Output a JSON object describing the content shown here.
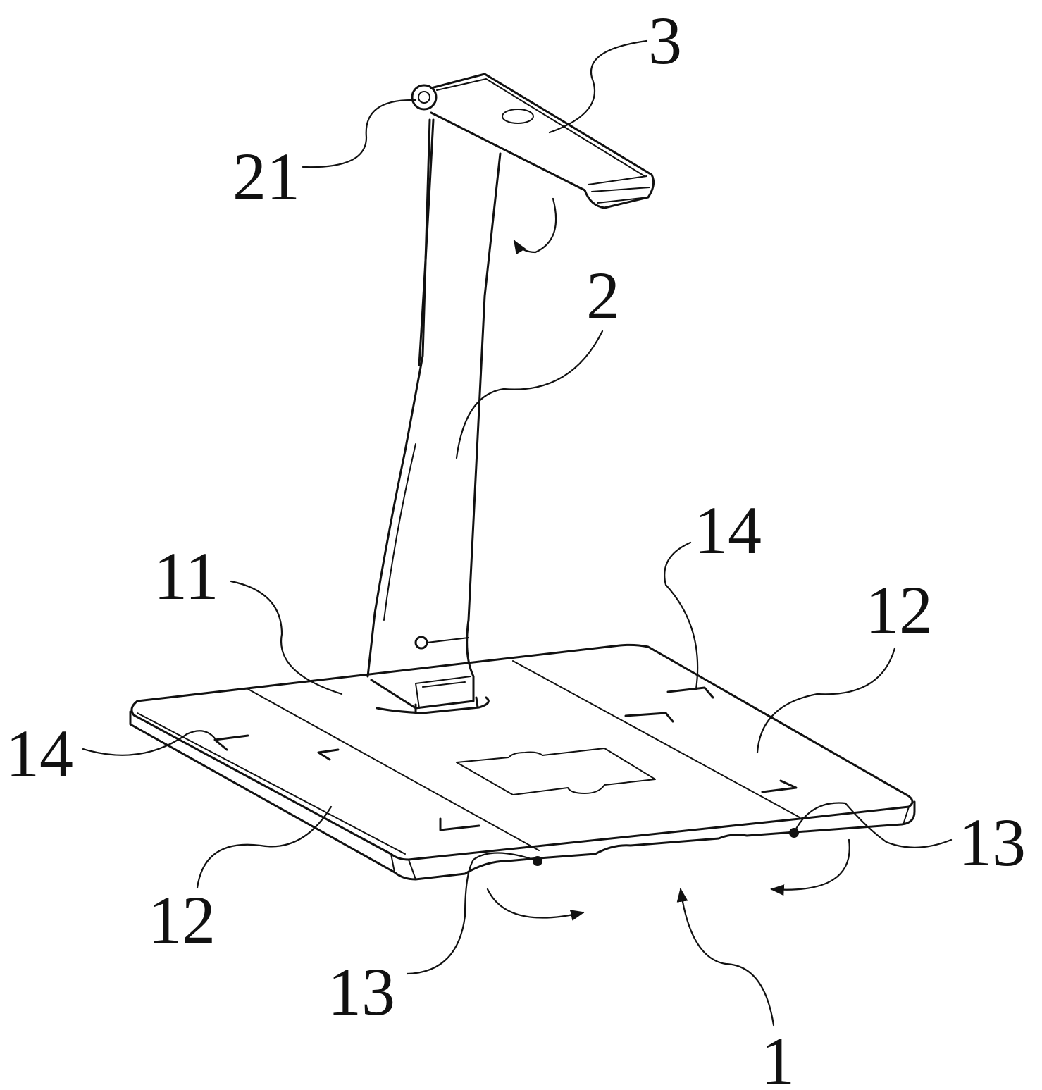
{
  "figure": {
    "labels": {
      "l3": "3",
      "l21": "21",
      "l2": "2",
      "l11": "11",
      "l14_left": "14",
      "l14_right": "14",
      "l12_left": "12",
      "l12_right": "12",
      "l13_left": "13",
      "l13_right": "13",
      "l1": "1"
    },
    "colors": {
      "ink": "#111111",
      "paper": "#ffffff"
    }
  }
}
